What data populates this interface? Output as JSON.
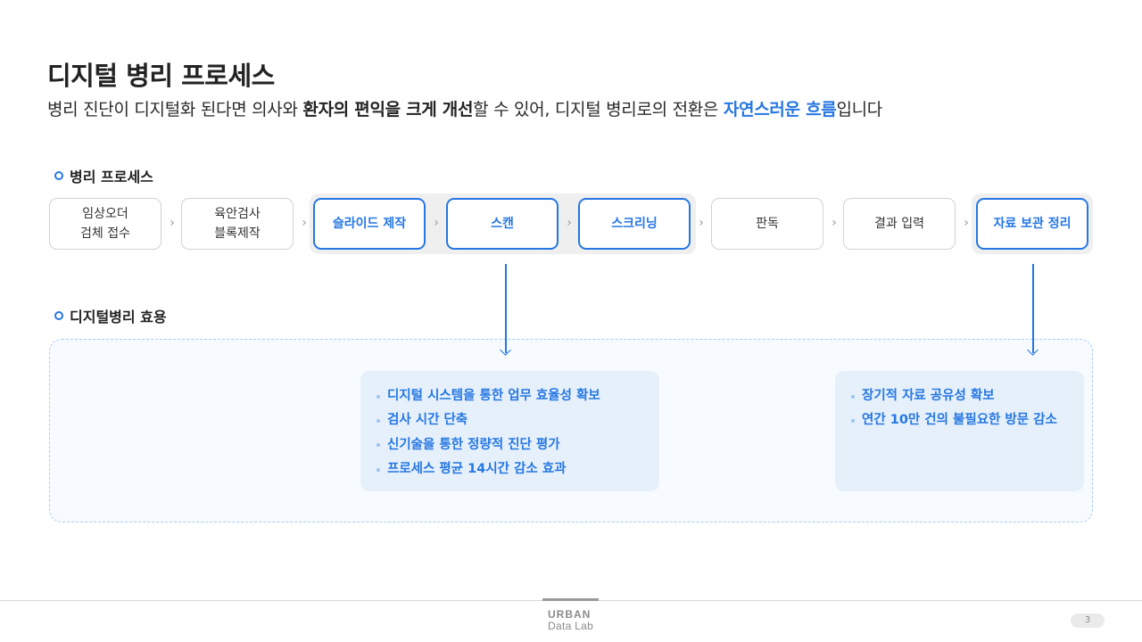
{
  "title": "디지털 병리 프로세스",
  "subtitle": {
    "part1": "병리 진단이 디지털화 된다면 의사와 ",
    "bold": "환자의 편익을 크게 개선",
    "part2": "할 수 있어, 디지털 병리로의 전환은 ",
    "highlight": "자연스러운 흐름",
    "part3": "입니다"
  },
  "process_section": {
    "heading": "병리 프로세스",
    "steps": [
      {
        "lines": [
          "임상오더",
          "검체 접수"
        ],
        "active": false
      },
      {
        "lines": [
          "육안검사",
          "블록제작"
        ],
        "active": false
      },
      {
        "lines": [
          "슬라이드 제작"
        ],
        "active": true
      },
      {
        "lines": [
          "스캔"
        ],
        "active": true
      },
      {
        "lines": [
          "스크리닝"
        ],
        "active": true
      },
      {
        "lines": [
          "판독"
        ],
        "active": false
      },
      {
        "lines": [
          "결과 입력"
        ],
        "active": false
      },
      {
        "lines": [
          "자료 보관 정리"
        ],
        "active": true
      }
    ],
    "chevron": "›"
  },
  "effects_section": {
    "heading": "디지털병리 효용",
    "boxes": [
      {
        "items": [
          "디지털 시스템을 통한 업무 효율성 확보",
          "검사 시간 단축",
          "신기술을 통한 정량적 진단 평가",
          "프로세스 평균 14시간 감소 효과"
        ]
      },
      {
        "items": [
          "장기적 자료 공유성 확보",
          "연간 10만 건의 불필요한 방문 감소"
        ]
      }
    ]
  },
  "footer": {
    "logo_top": "URBAN",
    "logo_bottom": "Data Lab",
    "page_number": "3"
  },
  "colors": {
    "accent": "#2577e3",
    "panel_bg": "#f7fbff",
    "box_bg": "#e6f0fb",
    "panel_border": "#a9cdf4"
  }
}
